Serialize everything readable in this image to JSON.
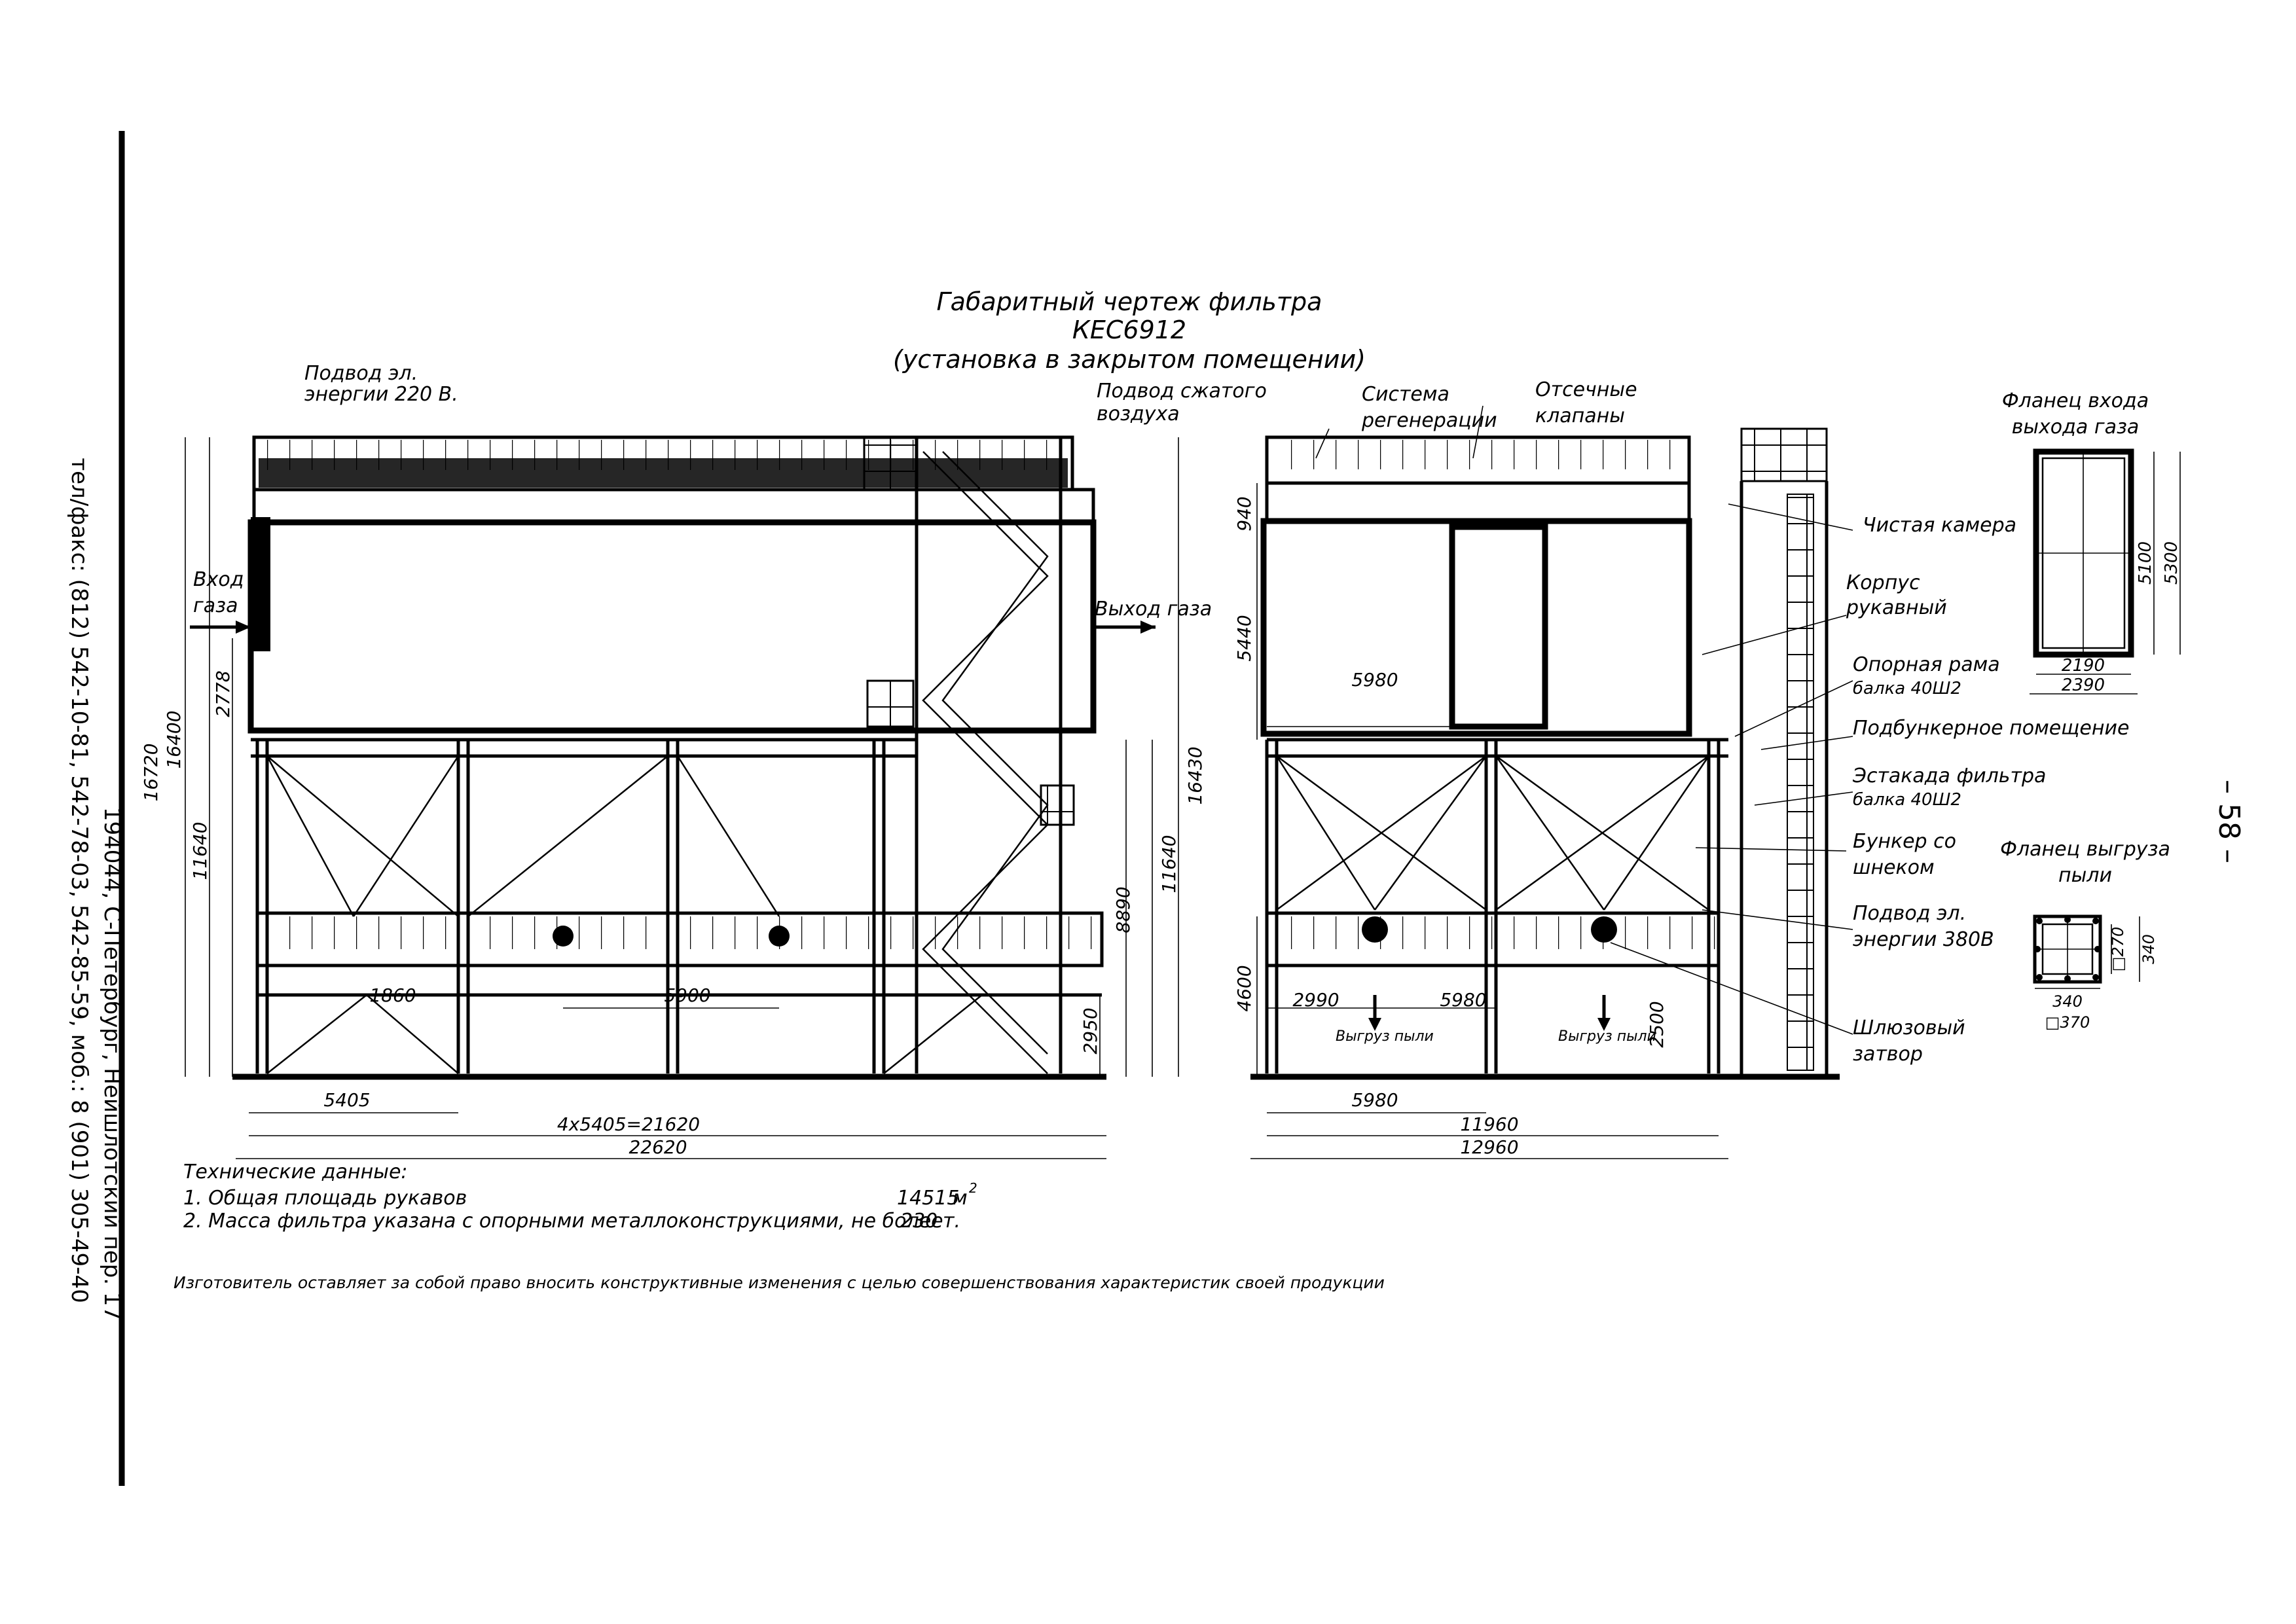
{
  "page_number": "– 58 –",
  "contact": {
    "line1": "194044, С-Петербург, Нейшлотский пер. 17",
    "line2": "тел/факс: (812) 542-10-81, 542-78-03, 542-85-59, моб.: 8 (901) 305-49-40"
  },
  "title": {
    "line1": "Габаритный чертеж фильтра",
    "line2": "КЕС6912",
    "line3": "(установка в закрытом помещении)"
  },
  "side_view": {
    "labels": {
      "power_220_l1": "Подвод эл.",
      "power_220_l2": "энергии 220 В.",
      "air_l1": "Подвод сжатого",
      "air_l2": "воздуха",
      "gas_in_l1": "Вход",
      "gas_in_l2": "газа",
      "gas_out": "Выход газа"
    },
    "dims": {
      "h_16720": "16720",
      "h_16400": "16400",
      "h_11640": "11640",
      "h_2778": "2778",
      "h_16430": "16430",
      "h_11640r": "11640",
      "h_8890": "8890",
      "h_2950": "2950",
      "d_1860": "1860",
      "d_5900": "5900",
      "w_5405": "5405",
      "w_4x5405": "4x5405=21620",
      "w_22620": "22620"
    }
  },
  "end_view": {
    "labels": {
      "regen_l1": "Система",
      "regen_l2": "регенерации",
      "valves_l1": "Отсечные",
      "valves_l2": "клапаны",
      "clean_chamber": "Чистая камера",
      "body_l1": "Корпус",
      "body_l2": "рукавный",
      "frame_l1": "Опорная рама",
      "frame_l2": "балка 40Ш2",
      "under_hopper": "Подбункерное помещение",
      "trestle_l1": "Эстакада фильтра",
      "trestle_l2": "балка 40Ш2",
      "hopper_l1": "Бункер со",
      "hopper_l2": "шнеком",
      "power_380_l1": "Подвод эл.",
      "power_380_l2": "энергии 380В",
      "lock_l1": "Шлюзовый",
      "lock_l2": "затвор",
      "dust_out_1": "Выгруз пыли",
      "dust_out_2": "Выгруз пыли"
    },
    "dims": {
      "h_940": "940",
      "h_5440": "5440",
      "w_5980": "5980",
      "h_4600": "4600",
      "h_2500": "2500",
      "d_2990": "2990",
      "d_5980": "5980",
      "w_5980b": "5980",
      "w_11960": "11960",
      "w_12960": "12960"
    }
  },
  "gas_flange": {
    "title_l1": "Фланец входа",
    "title_l2": "выхода газа",
    "d_5100": "5100",
    "d_5300": "5300",
    "d_2190": "2190",
    "d_2390": "2390"
  },
  "dust_flange": {
    "title_l1": "Фланец выгруза",
    "title_l2": "пыли",
    "d_270": "□270",
    "d_340v": "340",
    "d_340": "340",
    "d_370": "□370"
  },
  "tech": {
    "heading": "Технические данные:",
    "item1": "1. Общая площадь рукавов",
    "item1_value": "14515",
    "item1_unit": "м",
    "item1_sup": "2",
    "item2": "2. Масса фильтра указана с опорными металлоконструкциями, не более",
    "item2_value": "230",
    "item2_unit": "т."
  },
  "disclaimer": "Изготовитель оставляет за собой право вносить конструктивные изменения с целью совершенствования характеристик своей продукции"
}
